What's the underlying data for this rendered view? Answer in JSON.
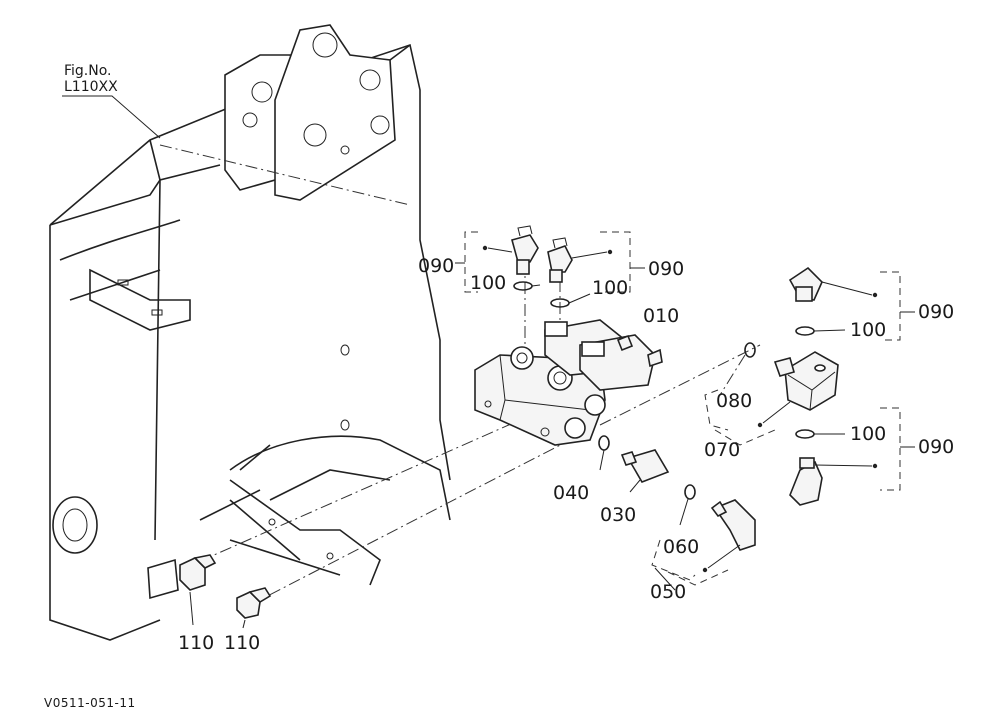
{
  "figure": {
    "fig_label": "Fig.No.",
    "fig_number": "L110XX",
    "footer_code": "V0511-051-11"
  },
  "callouts": {
    "p010": "010",
    "p030": "030",
    "p040": "040",
    "p050": "050",
    "p060": "060",
    "p070": "070",
    "p080": "080",
    "p090_a": "090",
    "p090_b": "090",
    "p090_c": "090",
    "p090_d": "090",
    "p100_a": "100",
    "p100_b": "100",
    "p100_c": "100",
    "p100_d": "100",
    "p110_a": "110",
    "p110_b": "110"
  }
}
